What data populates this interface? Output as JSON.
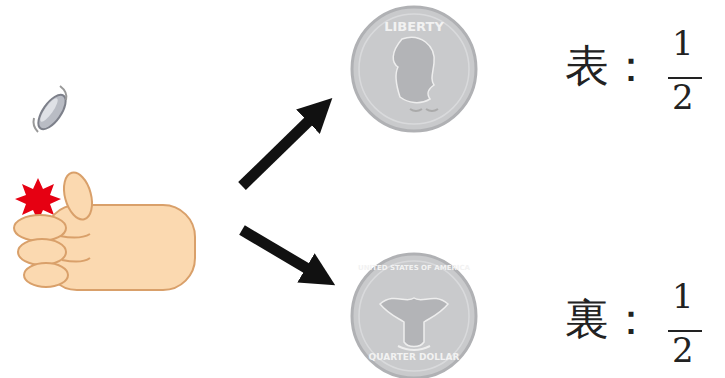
{
  "diagram": {
    "nodes": [
      {
        "text": [
          "LIBERTY"
        ]
      },
      {
        "text": [
          "UNITED STATES OF AMERICA",
          "QUARTER DOLLAR"
        ]
      }
    ],
    "labels": [
      "表：",
      "1",
      "2",
      "裏：",
      "1",
      "2"
    ]
  }
}
